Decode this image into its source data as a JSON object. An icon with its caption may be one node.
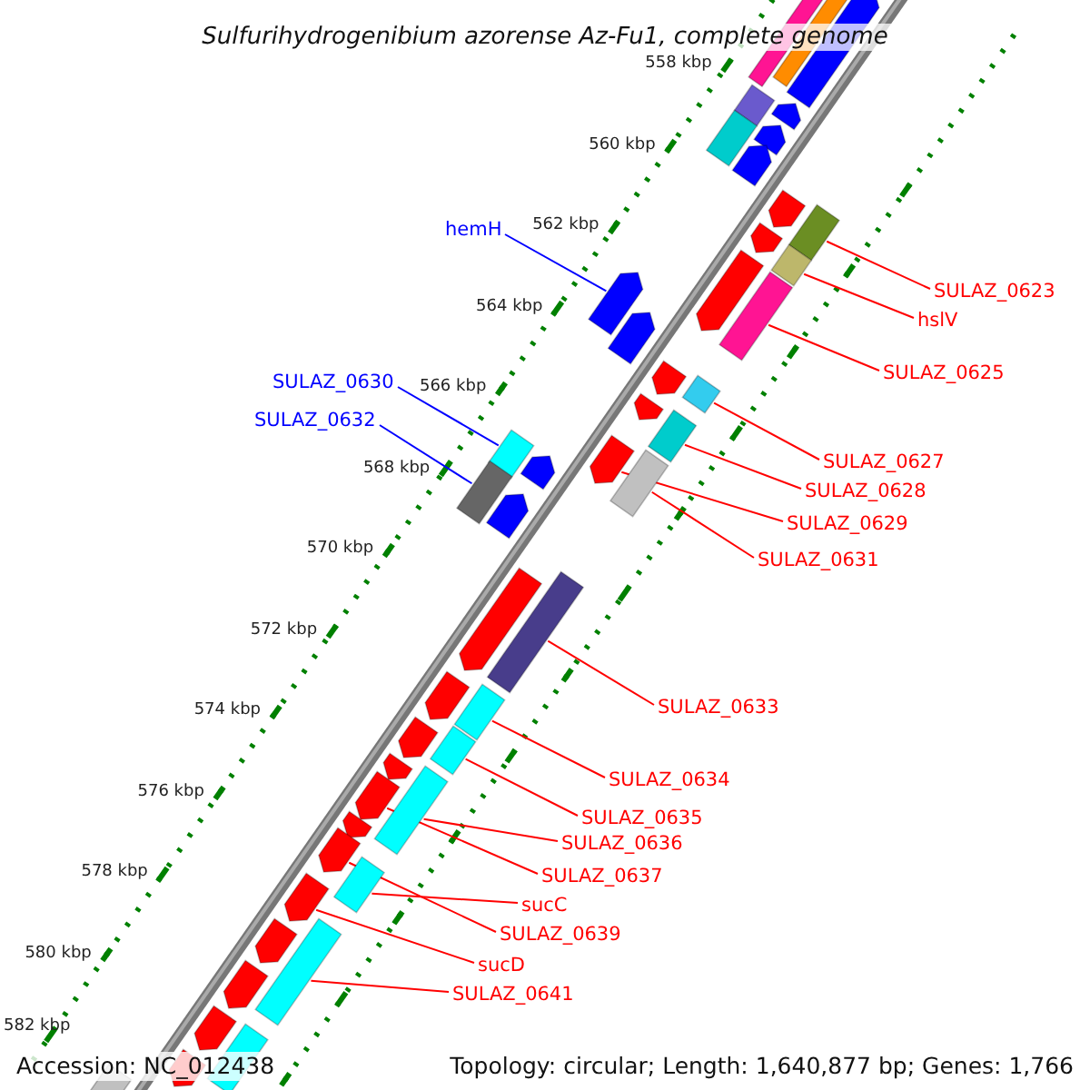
{
  "diagram": {
    "title": "Sulfurihydrogenibium azorense Az-Fu1, complete genome",
    "nodes": [
      {
        "text": [
          "hemH"
        ]
      },
      {
        "text": [
          "SULAZ_0623"
        ]
      },
      {
        "text": [
          "hslV"
        ]
      },
      {
        "text": [
          "SULAZ_0625"
        ]
      },
      {
        "text": [
          "SULAZ_0630"
        ]
      },
      {
        "text": [
          "SULAZ_0632"
        ]
      },
      {
        "text": [
          "SULAZ_0627"
        ]
      },
      {
        "text": [
          "SULAZ_0628"
        ]
      },
      {
        "text": [
          "SULAZ_0629"
        ]
      },
      {
        "text": [
          "SULAZ_0631"
        ]
      },
      {
        "text": [
          "SULAZ_0633"
        ]
      },
      {
        "text": [
          "SULAZ_0634"
        ]
      },
      {
        "text": [
          "SULAZ_0635"
        ]
      },
      {
        "text": [
          "SULAZ_0636"
        ]
      },
      {
        "text": [
          "SULAZ_0637"
        ]
      },
      {
        "text": [
          "sucC"
        ]
      },
      {
        "text": [
          "SULAZ_0639"
        ]
      },
      {
        "text": [
          "sucD"
        ]
      },
      {
        "text": [
          "SULAZ_0641"
        ]
      },
      {
        "text": [],
        "shape": "box"
      },
      {
        "text": [],
        "shape": "box"
      },
      {
        "text": [],
        "shape": "arrow"
      },
      {
        "text": [],
        "shape": "box"
      },
      {
        "text": [],
        "shape": "arrow"
      },
      {
        "text": [],
        "shape": "arrow"
      },
      {
        "text": [],
        "shape": "box"
      },
      {
        "text": [],
        "shape": "arrow"
      },
      {
        "text": [],
        "shape": "arrow"
      },
      {
        "text": [],
        "shape": "box"
      },
      {
        "text": [],
        "shape": "arrow"
      },
      {
        "text": [],
        "shape": "box"
      },
      {
        "text": [],
        "shape": "arrow"
      },
      {
        "text": [],
        "shape": "arrow"
      },
      {
        "text": [],
        "shape": "box"
      },
      {
        "text": [],
        "shape": "arrow"
      },
      {
        "text": [],
        "shape": "arrow"
      },
      {
        "text": [],
        "shape": "box"
      },
      {
        "text": [],
        "shape": "arrow"
      },
      {
        "text": [],
        "shape": "box"
      },
      {
        "text": [],
        "shape": "box"
      },
      {
        "text": [],
        "shape": "arrow"
      },
      {
        "text": [],
        "shape": "arrow"
      },
      {
        "text": [],
        "shape": "box"
      },
      {
        "text": [],
        "shape": "box"
      },
      {
        "text": [],
        "shape": "arrow"
      },
      {
        "text": [],
        "shape": "arrow"
      },
      {
        "text": [],
        "shape": "box"
      },
      {
        "text": [],
        "shape": "arrow"
      },
      {
        "text": [],
        "shape": "box"
      },
      {
        "text": [],
        "shape": "arrow"
      },
      {
        "text": [],
        "shape": "box"
      },
      {
        "text": [],
        "shape": "arrow"
      },
      {
        "text": [],
        "shape": "arrow"
      },
      {
        "text": [],
        "shape": "box"
      },
      {
        "text": [],
        "shape": "arrow"
      },
      {
        "text": [],
        "shape": "arrow"
      },
      {
        "text": [],
        "shape": "box"
      },
      {
        "text": [],
        "shape": "arrow"
      },
      {
        "text": [],
        "shape": "arrow"
      },
      {
        "text": [],
        "shape": "box"
      },
      {
        "text": [],
        "shape": "arrow"
      },
      {
        "text": [],
        "shape": "arrow"
      },
      {
        "text": [],
        "shape": "box"
      },
      {
        "text": [],
        "shape": "arrow"
      },
      {
        "text": [],
        "shape": "box"
      }
    ],
    "edges": [
      {
        "from": 0,
        "to": 32,
        "arrow": "none",
        "color": "#0000ff"
      },
      {
        "from": 1,
        "to": 28,
        "arrow": "none"
      },
      {
        "from": 2,
        "to": 30,
        "arrow": "none"
      },
      {
        "from": 3,
        "to": 33,
        "arrow": "none"
      },
      {
        "from": 4,
        "to": 39,
        "arrow": "none",
        "color": "#0000ff"
      },
      {
        "from": 5,
        "to": 43,
        "arrow": "none",
        "color": "#0000ff"
      },
      {
        "from": 6,
        "to": 36,
        "arrow": "none"
      },
      {
        "from": 7,
        "to": 38,
        "arrow": "none"
      },
      {
        "from": 8,
        "to": 40,
        "arrow": "none"
      },
      {
        "from": 9,
        "to": 42,
        "arrow": "none"
      },
      {
        "from": 10,
        "to": 46,
        "arrow": "none"
      },
      {
        "from": 11,
        "to": 48,
        "arrow": "none"
      },
      {
        "from": 12,
        "to": 50,
        "arrow": "none"
      },
      {
        "from": 13,
        "to": 53,
        "arrow": "none"
      },
      {
        "from": 14,
        "to": 52,
        "arrow": "none"
      },
      {
        "from": 15,
        "to": 56,
        "arrow": "none"
      },
      {
        "from": 16,
        "to": 55,
        "arrow": "none"
      },
      {
        "from": 17,
        "to": 57,
        "arrow": "none"
      },
      {
        "from": 18,
        "to": 59,
        "arrow": "none"
      }
    ],
    "labels": [
      "558 kbp",
      "560 kbp",
      "562 kbp",
      "564 kbp",
      "566 kbp",
      "568 kbp",
      "570 kbp",
      "572 kbp",
      "574 kbp",
      "576 kbp",
      "578 kbp",
      "580 kbp",
      "582 kbp",
      "Accession: NC_012438",
      "Topology: circular; Length: 1,640,877 bp; Genes: 1,766"
    ]
  }
}
